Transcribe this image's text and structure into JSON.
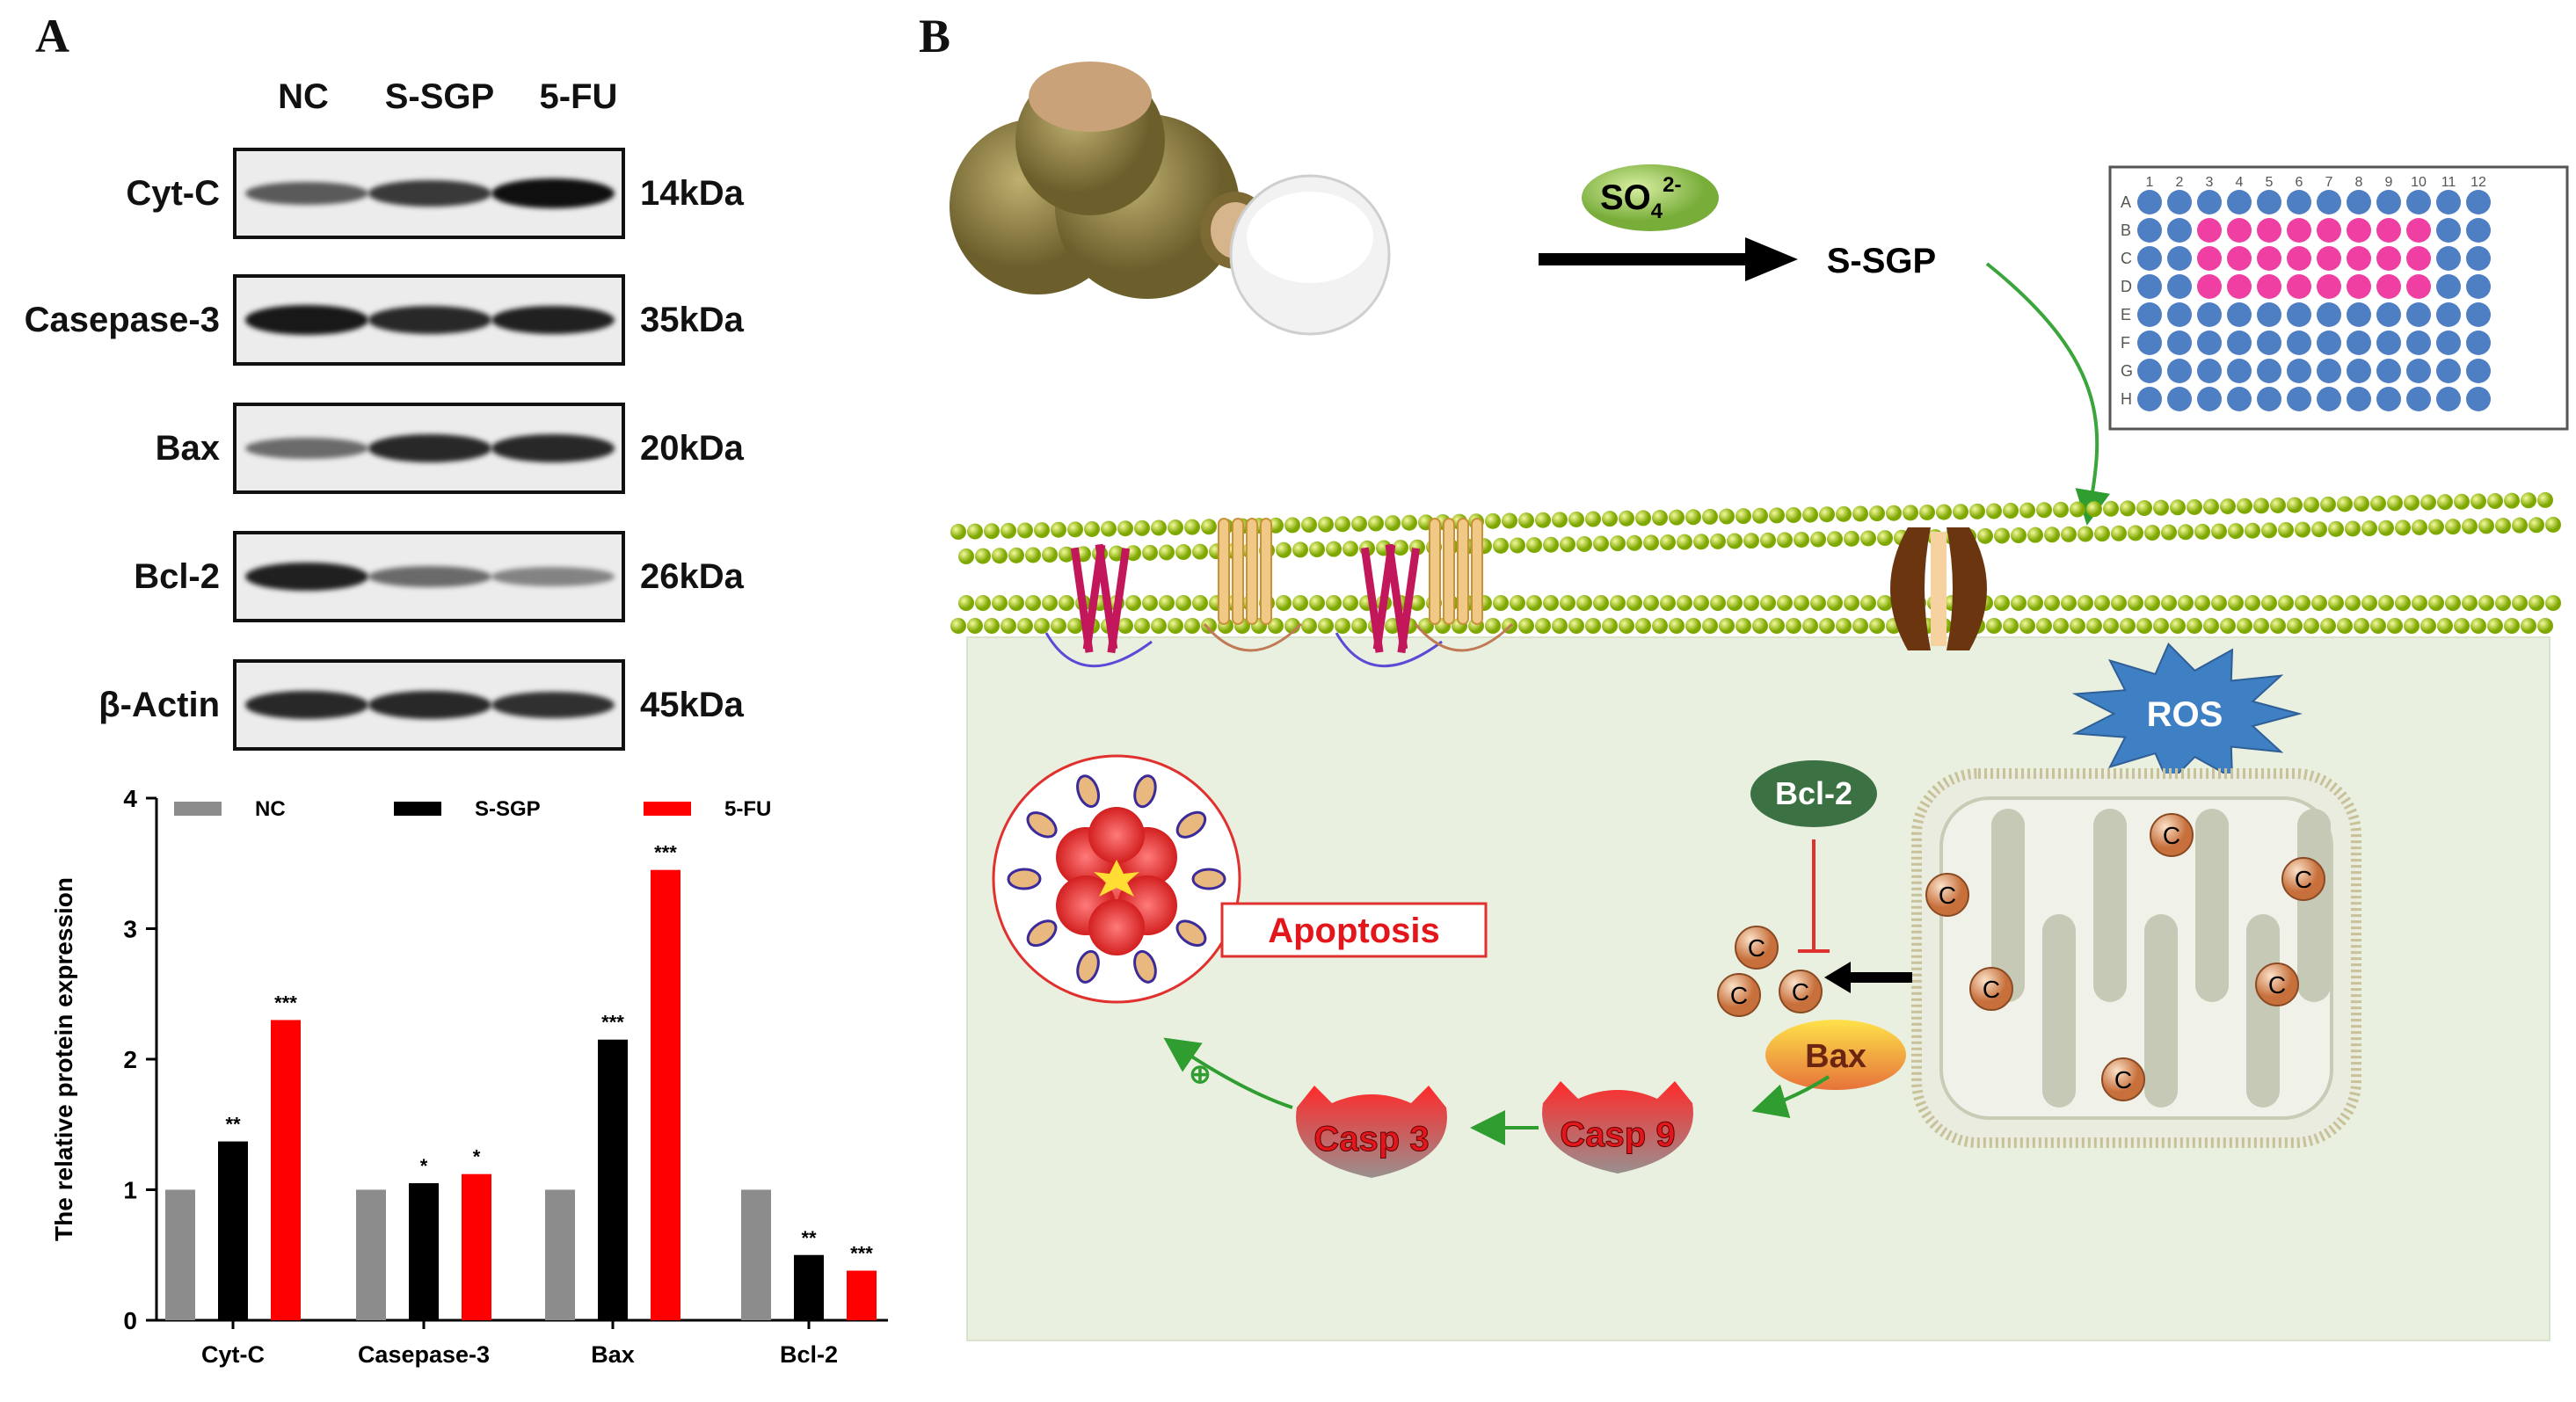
{
  "panel_a": {
    "letter": "A",
    "lanes": [
      "NC",
      "S-SGP",
      "5-FU"
    ],
    "blots": [
      {
        "protein": "Cyt-C",
        "kda": "14kDa",
        "intensity": [
          0.55,
          0.75,
          1.0
        ]
      },
      {
        "protein": "Casepase-3",
        "kda": "35kDa",
        "intensity": [
          0.95,
          0.85,
          0.9
        ]
      },
      {
        "protein": "Bax",
        "kda": "20kDa",
        "intensity": [
          0.45,
          0.85,
          0.85
        ]
      },
      {
        "protein": "Bcl-2",
        "kda": "26kDa",
        "intensity": [
          0.9,
          0.45,
          0.3
        ]
      },
      {
        "protein": "β-Actin",
        "kda": "45kDa",
        "intensity": [
          0.85,
          0.85,
          0.8
        ]
      }
    ]
  },
  "chart_data": {
    "type": "bar",
    "ylabel": "The relative protein expression",
    "ylim": [
      0,
      4
    ],
    "yticks": [
      "0",
      "1",
      "2",
      "3",
      "4"
    ],
    "categories": [
      "Cyt-C",
      "Casepase-3",
      "Bax",
      "Bcl-2"
    ],
    "legend_position": "top",
    "series": [
      {
        "name": "NC",
        "color": "#8c8c8c",
        "values": [
          1.0,
          1.0,
          1.0,
          1.0
        ],
        "sig": [
          "",
          "",
          "",
          ""
        ]
      },
      {
        "name": "S-SGP",
        "color": "#000000",
        "values": [
          1.37,
          1.05,
          2.15,
          0.5
        ],
        "sig": [
          "**",
          "*",
          "***",
          "**"
        ]
      },
      {
        "name": "5-FU",
        "color": "#ff0000",
        "values": [
          2.3,
          1.12,
          3.45,
          0.38
        ],
        "sig": [
          "***",
          "*",
          "***",
          "***"
        ]
      }
    ]
  },
  "panel_b": {
    "letter": "B",
    "sulfate": "SO",
    "sulfate_sub": "4",
    "sulfate_sup": "2-",
    "product": "S-SGP",
    "plate_rows": [
      "A",
      "B",
      "C",
      "D",
      "E",
      "F",
      "G",
      "H"
    ],
    "plate_cols": [
      "1",
      "2",
      "3",
      "4",
      "5",
      "6",
      "7",
      "8",
      "9",
      "10",
      "11",
      "12"
    ],
    "plate_colors": {
      "well": "#4f7fc3",
      "treated": "#ef3fa3"
    },
    "ros": "ROS",
    "bcl2": "Bcl-2",
    "bax": "Bax",
    "casp9": "Casp 9",
    "casp3": "Casp 3",
    "apoptosis": "Apoptosis",
    "cyt_c": "C",
    "plus": "⊕"
  }
}
